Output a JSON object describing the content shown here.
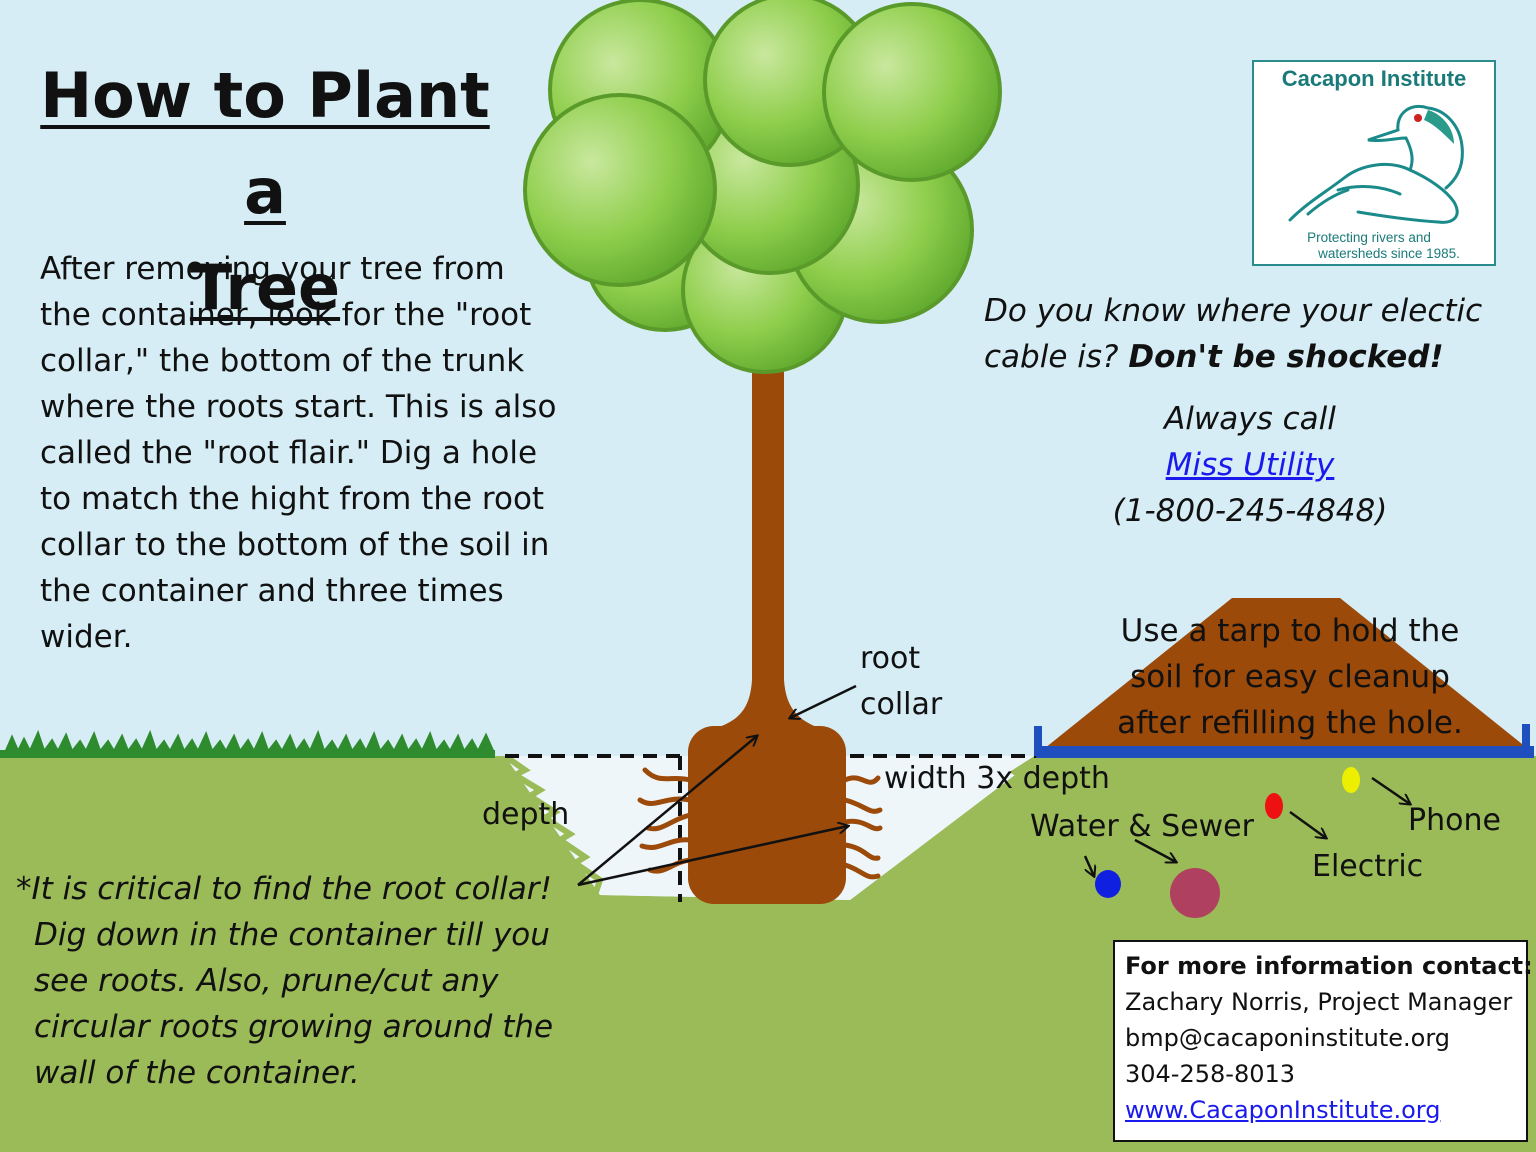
{
  "title": {
    "line1": "How to Plant",
    "line2": "a Tree"
  },
  "intro_lines": [
    "After removing your tree from",
    "the container, look for the \"root",
    "collar,\" the bottom of the trunk",
    "where the roots start.  This is also",
    "called the \"root flair.\"  Dig a hole",
    "to match the hight from the root",
    "collar to the bottom of the soil in",
    "the container and three times",
    "wider."
  ],
  "critical_lines": [
    "*It is critical to find the root collar!",
    "Dig down in the container till you",
    "see roots. Also, prune/cut any",
    "circular roots growing around the",
    "wall of the container."
  ],
  "labels": {
    "root_collar_line1": "root",
    "root_collar_line2": "collar",
    "depth": "depth",
    "width": "width 3x depth",
    "water_sewer": "Water & Sewer",
    "electric": "Electric",
    "phone": "Phone"
  },
  "electric_question": {
    "line1": "Do you know where your electic",
    "line2_italic": "cable is?  ",
    "line2_bold": "Don't be shocked!"
  },
  "call": {
    "line1": "Always call",
    "link": "Miss Utility",
    "phone": "(1-800-245-4848)"
  },
  "tarp_lines": [
    "Use a tarp to hold the",
    "soil for easy cleanup",
    "after refilling the hole."
  ],
  "logo": {
    "name": "Cacapon Institute",
    "tagline1": "Protecting rivers and",
    "tagline2": "watersheds since 1985.",
    "icon": "duck-icon"
  },
  "contact": {
    "heading": "For more information contact:",
    "name": "Zachary Norris, Project Manager",
    "email": "bmp@cacaponinstitute.org",
    "phone": "304-258-8013",
    "website": "www.CacaponInstitute.org"
  },
  "colors": {
    "sky": "#d6edf5",
    "ground": "#9bbb59",
    "grass": "#2e8b2e",
    "trunk": "#9c4a0a",
    "leaf": "#8fce4c",
    "tarp": "#1f4fbf",
    "water_pipe": "#1020e0",
    "sewer_pipe": "#b04060",
    "electric_line": "#ee1111",
    "phone_line": "#eeee00",
    "logo_teal": "#1a7a7a",
    "link": "#1a1aee"
  }
}
